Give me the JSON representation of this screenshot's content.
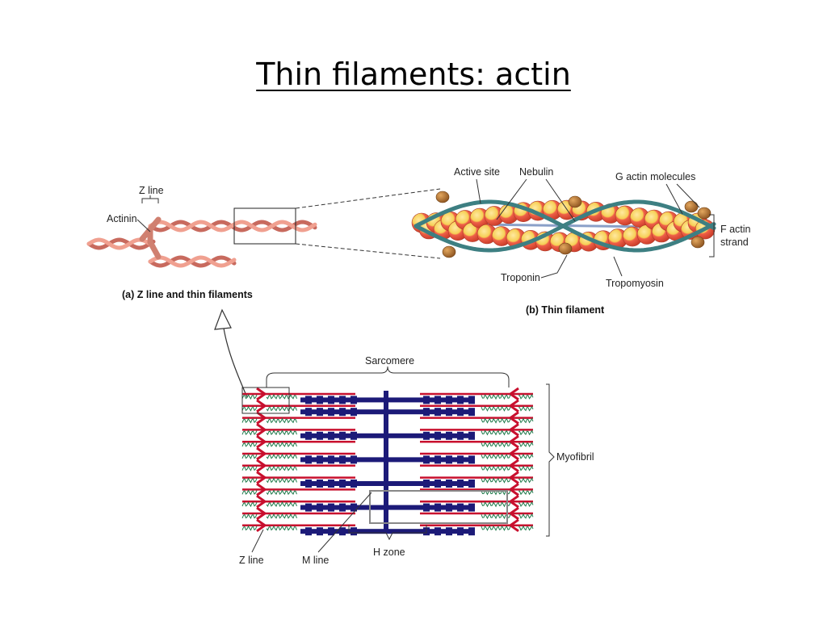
{
  "slide": {
    "title": "Thin filaments: actin"
  },
  "panel_a": {
    "caption": "(a) Z line and thin filaments",
    "labels": {
      "z_line": "Z line",
      "actinin": "Actinin"
    }
  },
  "panel_b": {
    "caption": "(b) Thin filament",
    "labels": {
      "active_site": "Active site",
      "nebulin": "Nebulin",
      "g_actin": "G actin molecules",
      "f_actin_1": "F actin",
      "f_actin_2": "strand",
      "troponin": "Troponin",
      "tropomyosin": "Tropomyosin"
    }
  },
  "sarcomere_panel": {
    "labels": {
      "sarcomere": "Sarcomere",
      "myofibril": "Myofibril",
      "z_line": "Z line",
      "m_line": "M line",
      "h_zone": "H zone"
    }
  },
  "colors": {
    "actin": "#f0a090",
    "actin_dark": "#c86a5e",
    "g_actin_red": "#ef6048",
    "g_actin_yellow": "#f6cf55",
    "tropomyosin": "#3d7f82",
    "troponin": "#b8722d",
    "nebulin": "#8aa0c8",
    "myosin": "#1c1a78",
    "thin_red": "#c8102e",
    "titin": "#1e7a4a"
  }
}
